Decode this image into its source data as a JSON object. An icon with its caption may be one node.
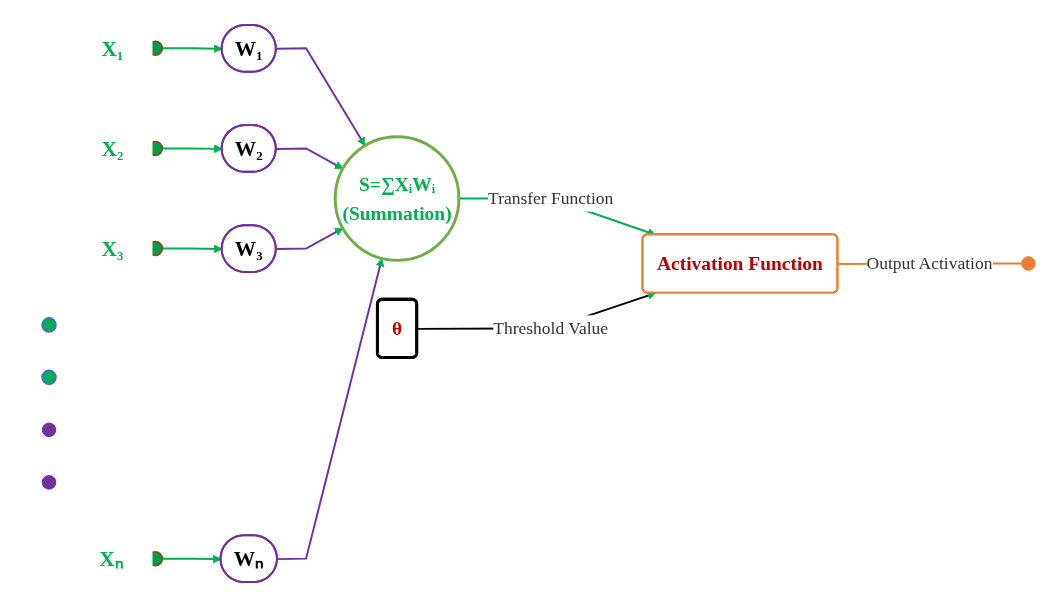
{
  "diagram": {
    "nodes": [
      {
        "text": [],
        "shape": "circle",
        "beside": [
          "X₁"
        ]
      },
      {
        "text": [
          "W₁"
        ]
      },
      {
        "text": [],
        "shape": "circle",
        "beside": [
          "X₂"
        ]
      },
      {
        "text": [
          "W₂"
        ]
      },
      {
        "text": [],
        "shape": "circle",
        "beside": [
          "X₃"
        ]
      },
      {
        "text": [
          "W₃"
        ]
      },
      {
        "text": [],
        "shape": "circle"
      },
      {
        "text": [],
        "shape": "circle"
      },
      {
        "text": [],
        "shape": "circle"
      },
      {
        "text": [],
        "shape": "circle"
      },
      {
        "text": [],
        "shape": "circle",
        "beside": [
          "Xₙ"
        ]
      },
      {
        "text": [
          "Wₙ"
        ]
      },
      {
        "text": [
          "S=∑XᵢWᵢ",
          "(Summation)"
        ]
      },
      {
        "text": [
          "Activation Function"
        ]
      },
      {
        "text": [
          "θ"
        ]
      },
      {
        "text": [],
        "shape": "circle"
      }
    ],
    "edges": [
      {
        "from": 0,
        "to": 1,
        "arrow": "to"
      },
      {
        "from": 2,
        "to": 3,
        "arrow": "to"
      },
      {
        "from": 4,
        "to": 5,
        "arrow": "to"
      },
      {
        "from": 10,
        "to": 11,
        "arrow": "to"
      },
      {
        "from": 1,
        "to": 12,
        "arrow": "to",
        "color": "#7030a0"
      },
      {
        "from": 3,
        "to": 12,
        "arrow": "to",
        "color": "#7030a0"
      },
      {
        "from": 5,
        "to": 12,
        "arrow": "to",
        "color": "#7030a0"
      },
      {
        "from": 11,
        "to": 12,
        "arrow": "to",
        "color": "#7030a0"
      },
      {
        "from": 12,
        "to": 13,
        "label": "Transfer Function",
        "arrow": "to"
      },
      {
        "from": 14,
        "to": 13,
        "label": "Threshold Value",
        "arrow": "to",
        "color": "#000000"
      },
      {
        "from": 13,
        "to": 15,
        "label": "Output Activation",
        "arrow": "none",
        "color": "#ed7d31"
      }
    ]
  }
}
